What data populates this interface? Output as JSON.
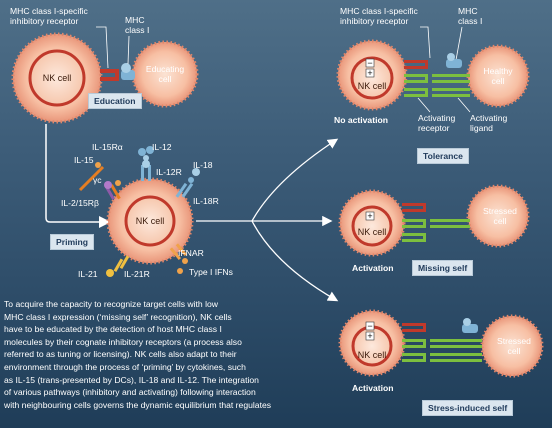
{
  "top_left": {
    "receptor_label": [
      "MHC class I-specific",
      "inhibitory receptor"
    ],
    "mhc_label": [
      "MHC",
      "class I"
    ],
    "nk_cell": "NK cell",
    "educating_cell": [
      "Educating",
      "cell"
    ],
    "education_tag": "Education"
  },
  "priming": {
    "tag": "Priming",
    "nk_cell": "NK cell",
    "labels": {
      "il15ra": "IL-15Rα",
      "il15": "IL-15",
      "il2_15rb": "IL-2/15Rβ",
      "gamma_c": "γc",
      "il12": "IL-12",
      "il12r": "IL-12R",
      "il18": "IL-18",
      "il18r": "IL-18R",
      "ifnar": "IFNAR",
      "type1": "Type I IFNs",
      "il21": "IL-21",
      "il21r": "IL-21R"
    }
  },
  "right": {
    "receptor_label": [
      "MHC class I-specific",
      "inhibitory receptor"
    ],
    "mhc_label": [
      "MHC",
      "class I"
    ],
    "panel1": {
      "nk_cell": "NK cell",
      "target_cell": [
        "Healthy",
        "cell"
      ],
      "outcome": "No activation",
      "activating_receptor": [
        "Activating",
        "receptor"
      ],
      "activating_ligand": [
        "Activating",
        "ligand"
      ],
      "tag": "Tolerance"
    },
    "panel2": {
      "nk_cell": "NK cell",
      "target_cell": [
        "Stressed",
        "cell"
      ],
      "outcome": "Activation",
      "tag": "Missing self"
    },
    "panel3": {
      "nk_cell": "NK cell",
      "target_cell": [
        "Stressed",
        "cell"
      ],
      "outcome": "Activation",
      "tag": "Stress-induced self"
    }
  },
  "signs": {
    "minus": "−",
    "plus": "+"
  },
  "paragraph": [
    "To acquire the capacity to recognize target cells with low",
    "MHC class I expression (‘missing self’ recognition), NK cells",
    "have to be educated by the detection of host MHC class I",
    "molecules by their cognate inhibitory receptors (a process also",
    "referred to as tuning or licensing). NK cells also adapt to their",
    "environment through the process of ‘priming’ by cytokines, such",
    "as IL-15 (trans-presented by DCs), IL-18 and IL-12. The integration",
    "of various pathways (inhibitory and activating) following interaction",
    "with neighbouring cells governs the dynamic equilibrium that regulates"
  ],
  "colors": {
    "background": "#3d5d79",
    "cell_fill": "#f6b59a",
    "cell_core": "#fbd9c7",
    "nucleus": "#c0392b",
    "inhibitory_receptor": "#c0392b",
    "mhc_molecule": "#7fb3d5",
    "activating_receptor": "#7cbf3f",
    "tag_fill": "#dbe6ef"
  }
}
